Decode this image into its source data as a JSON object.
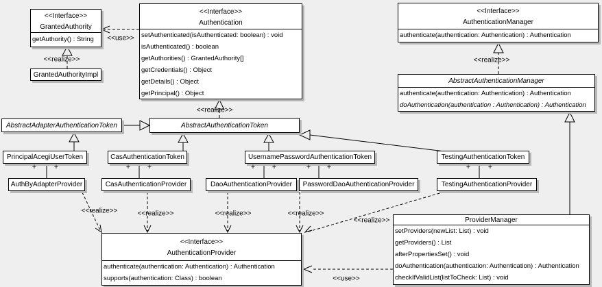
{
  "diagram": {
    "background_color": "#efefef",
    "box_fill_color": "#ffffff",
    "border_color": "#000000",
    "shadow_color": "#b8b8b8"
  },
  "labels": {
    "use": "<<use>>",
    "realize": "<<realize>>",
    "plus": "+"
  },
  "classes": {
    "granted_authority": {
      "stereotype": "<<Interface>>",
      "name": "GrantedAuthority",
      "methods": [
        "getAuthority() : String"
      ]
    },
    "granted_authority_impl": {
      "name": "GrantedAuthorityImpl"
    },
    "authentication": {
      "stereotype": "<<Interface>>",
      "name": "Authentication",
      "methods": [
        "setAuthenticated(isAuthenticated: boolean) : void",
        "isAuthenticated() : boolean",
        "getAuthorities() : GrantedAuthority[]",
        "getCredentials() : Object",
        "getDetails() : Object",
        "getPrincipal() : Object"
      ]
    },
    "authentication_manager": {
      "stereotype": "<<Interface>>",
      "name": "AuthenticationManager",
      "methods": [
        "authenticate(authentication: Authentication) : Authentication"
      ]
    },
    "abstract_authentication_manager": {
      "name": "AbstractAuthenticationManager",
      "methods": [
        "authenticate(authentication: Authentication) : Authentication",
        "doAuthentication(authentication : Authentication) : Authentication"
      ]
    },
    "abstract_adapter_authentication_token": {
      "name": "AbstractAdapterAuthenticationToken"
    },
    "abstract_authentication_token": {
      "name": "AbstractAuthenticationToken"
    },
    "principal_acegi_user_token": {
      "name": "PrincipalAcegiUserToken"
    },
    "cas_authentication_token": {
      "name": "CasAuthenticationToken"
    },
    "username_password_authentication_token": {
      "name": "UsernamePasswordAuthenticationToken"
    },
    "testing_authentication_token": {
      "name": "TestingAuthenticationToken"
    },
    "auth_by_adapter_provider": {
      "name": "AuthByAdapterProvider"
    },
    "cas_authentication_provider": {
      "name": "CasAuthenticationProvider"
    },
    "dao_authentication_provider": {
      "name": "DaoAuthenticationProvider"
    },
    "password_dao_authentication_provider": {
      "name": "PasswordDaoAuthenticationProvider"
    },
    "testing_authentication_provider": {
      "name": "TestingAuthenticationProvider"
    },
    "authentication_provider": {
      "stereotype": "<<Interface>>",
      "name": "AuthenticationProvider",
      "methods": [
        "authenticate(authentication: Authentication) : Authentication",
        "supports(authentication: Class) : boolean"
      ]
    },
    "provider_manager": {
      "name": "ProviderManager",
      "methods": [
        "setProviders(newList: List) : void",
        "getProviders() : List",
        "afterPropertiesSet() : void",
        "doAuthentication(authentication: Authentication) : Authentication",
        "checkIfValidList(listToCheck: List) : void"
      ]
    }
  }
}
